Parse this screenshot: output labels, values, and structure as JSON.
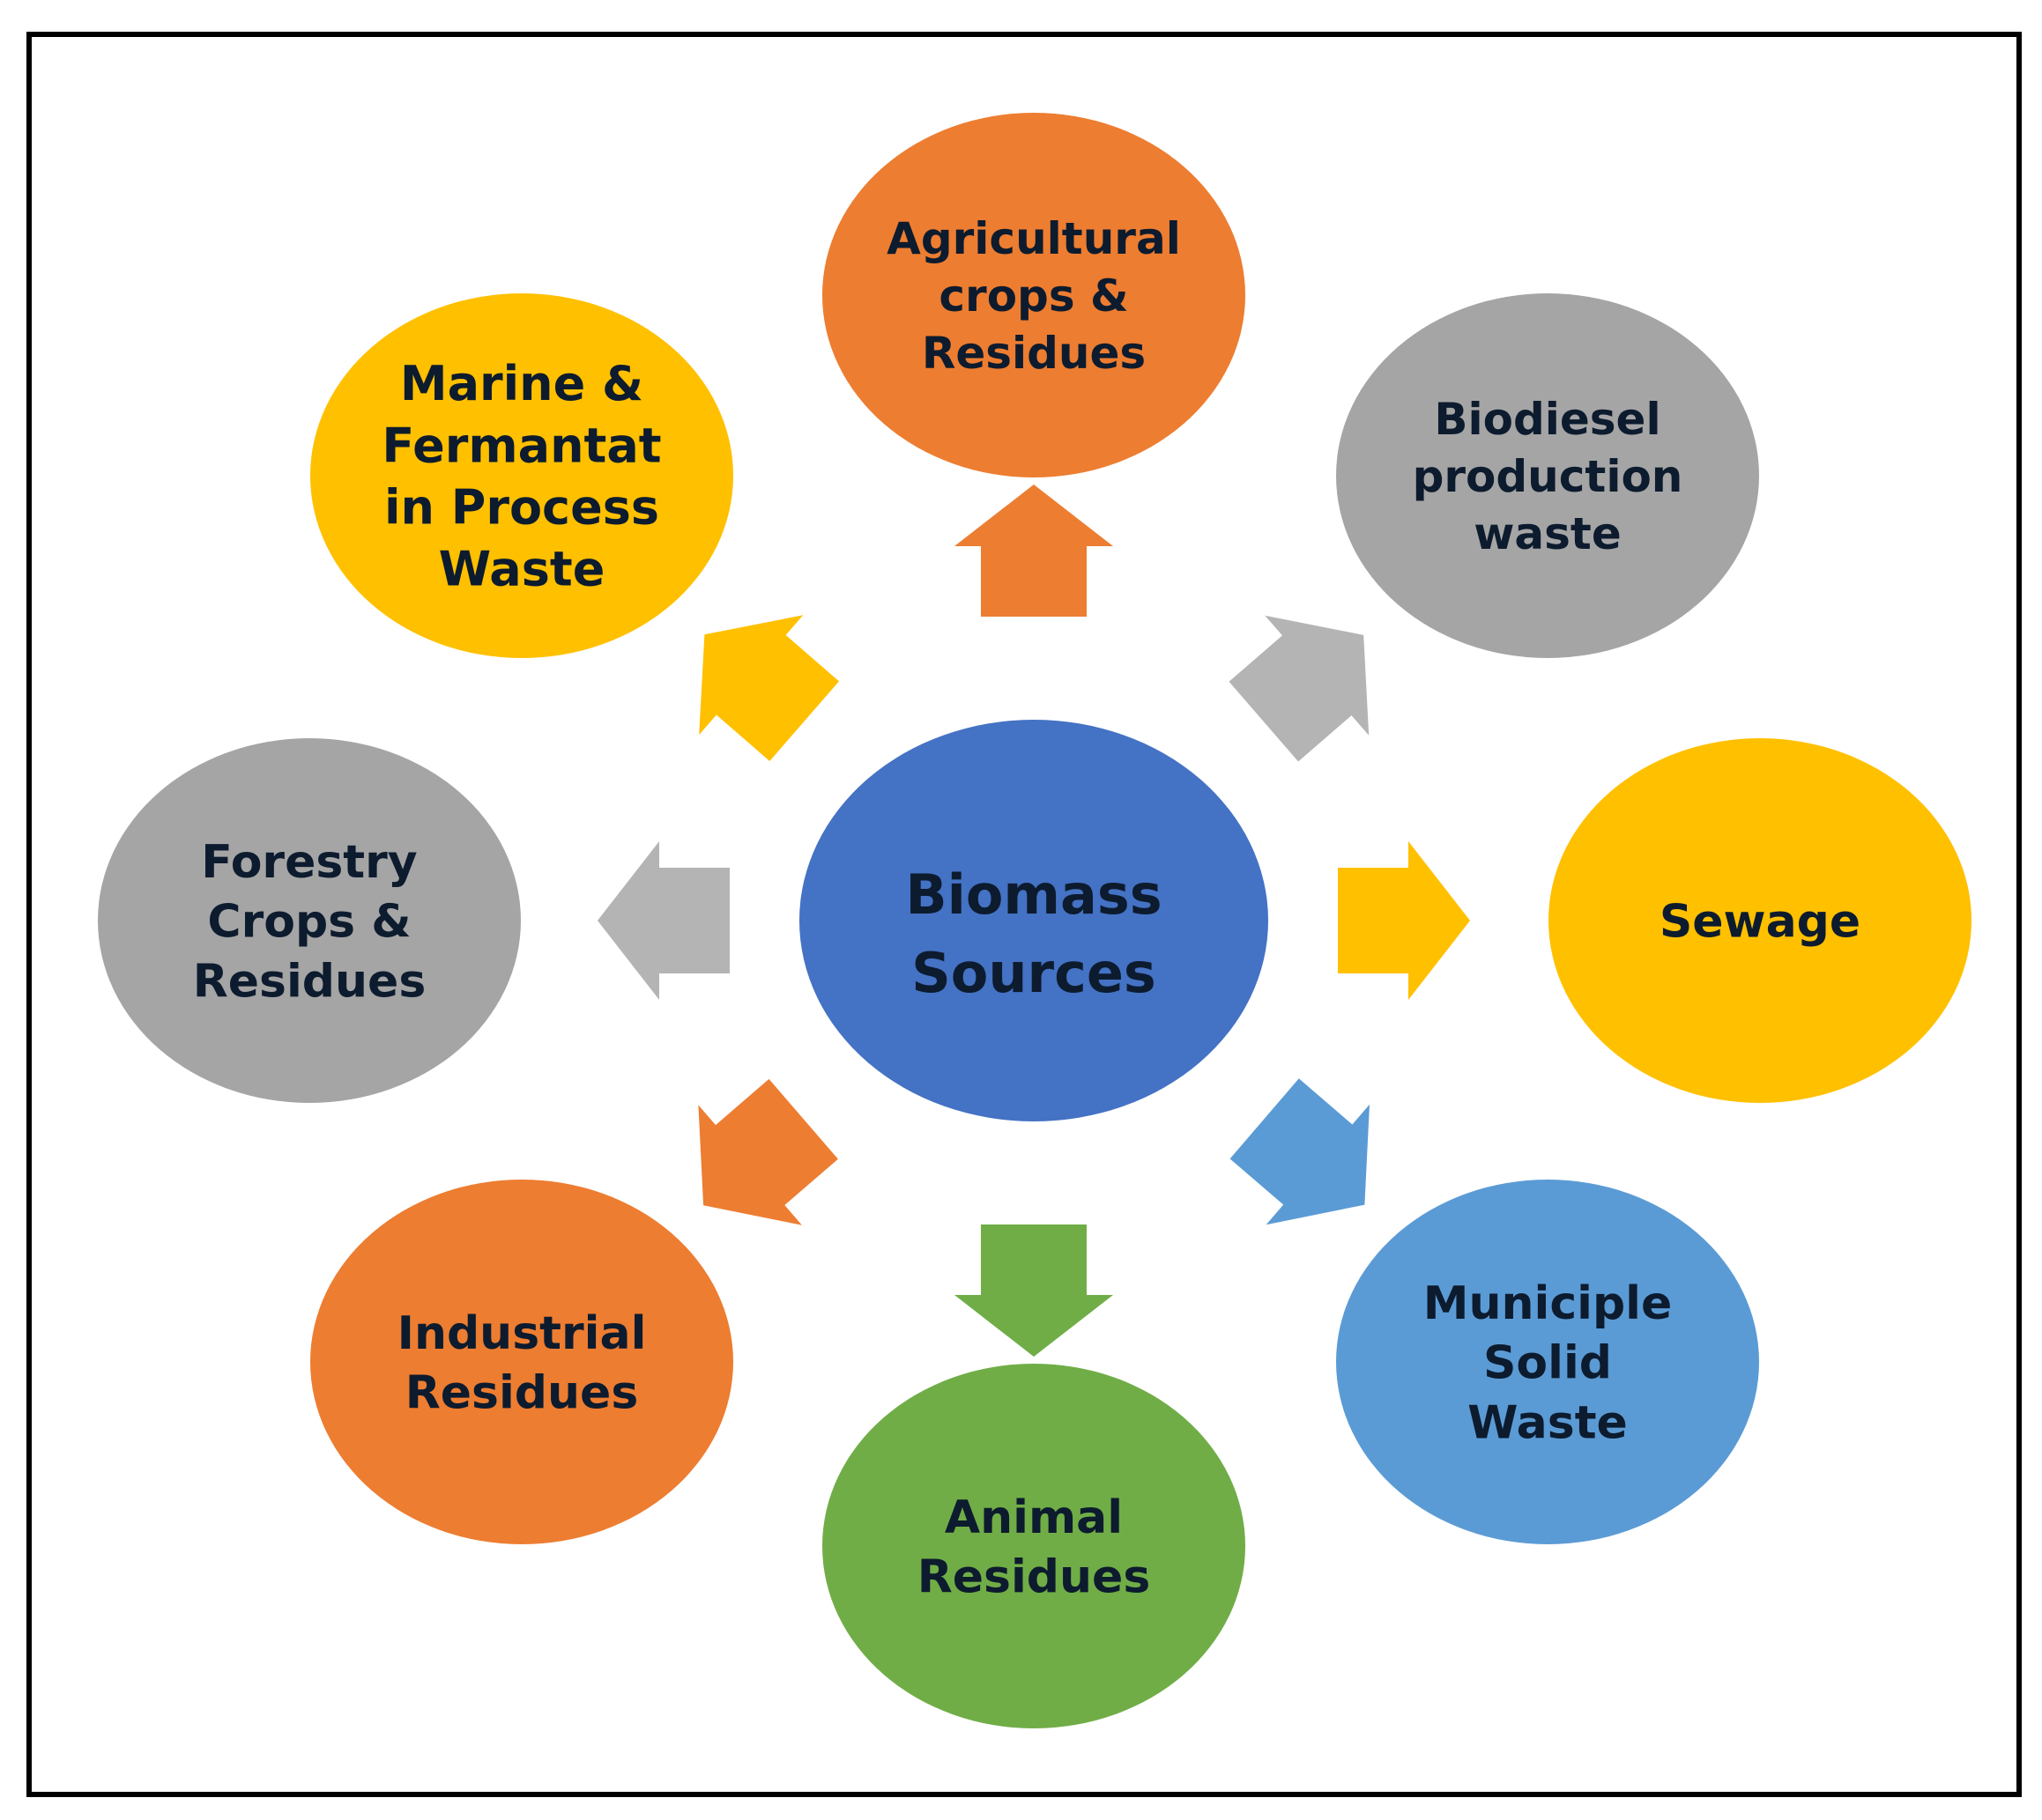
{
  "center": {
    "lines": [
      "Biomass",
      "Sources"
    ],
    "color": "#4472c4"
  },
  "nodes": [
    {
      "id": "agricultural",
      "lines": [
        "Agricultural",
        "crops &",
        "Residues"
      ],
      "color": "#ed7d31"
    },
    {
      "id": "biodiesel",
      "lines": [
        "Biodiesel",
        "production",
        "waste"
      ],
      "color": "#a5a5a5"
    },
    {
      "id": "sewage",
      "lines": [
        "Sewage"
      ],
      "color": "#ffc000"
    },
    {
      "id": "municipal",
      "lines": [
        "Municiple",
        "Solid",
        "Waste"
      ],
      "color": "#5b9bd5"
    },
    {
      "id": "animal",
      "lines": [
        "Animal",
        "Residues"
      ],
      "color": "#70ad47"
    },
    {
      "id": "industrial",
      "lines": [
        "Industrial",
        "Residues"
      ],
      "color": "#ed7d31"
    },
    {
      "id": "forestry",
      "lines": [
        "Forestry",
        "Crops &",
        "Residues"
      ],
      "color": "#a5a5a5"
    },
    {
      "id": "marine",
      "lines": [
        "Marine &",
        "Fermantat",
        "in Process",
        "Waste"
      ],
      "color": "#ffc000"
    }
  ],
  "arrows": [
    {
      "to": "agricultural",
      "color": "#ed7d31"
    },
    {
      "to": "biodiesel",
      "color": "#b4b4b4"
    },
    {
      "to": "sewage",
      "color": "#ffc000"
    },
    {
      "to": "municipal",
      "color": "#5b9bd5"
    },
    {
      "to": "animal",
      "color": "#70ad47"
    },
    {
      "to": "industrial",
      "color": "#ed7d31"
    },
    {
      "to": "forestry",
      "color": "#b4b4b4"
    },
    {
      "to": "marine",
      "color": "#ffc000"
    }
  ]
}
